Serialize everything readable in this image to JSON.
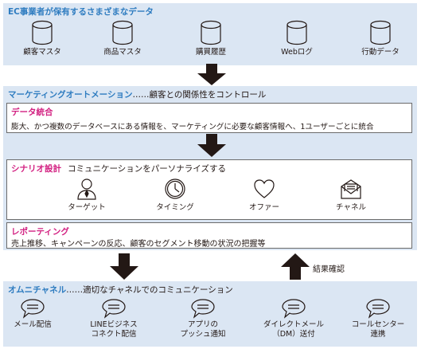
{
  "data_band": {
    "title": "EC事業者が保有するさまざまなデータ",
    "items": [
      {
        "label": "顧客マスタ",
        "icon": "database-icon"
      },
      {
        "label": "商品マスタ",
        "icon": "database-icon"
      },
      {
        "label": "購買履歴",
        "icon": "database-icon"
      },
      {
        "label": "Webログ",
        "icon": "database-icon"
      },
      {
        "label": "行動データ",
        "icon": "database-icon"
      }
    ]
  },
  "ma_band": {
    "title": "マーケティングオートメーション",
    "note": "……顧客との関係性をコントロール",
    "integration": {
      "title": "データ統合",
      "text": "膨大、かつ複数のデータベースにある情報を、マーケティングに必要な顧客情報へ、1ユーザーごとに統合"
    },
    "scenario": {
      "title": "シナリオ設計",
      "desc": "コミュニケーションをパーソナライズする",
      "items": [
        {
          "label": "ターゲット",
          "icon": "person-icon"
        },
        {
          "label": "タイミング",
          "icon": "clock-icon"
        },
        {
          "label": "オファー",
          "icon": "heart-icon"
        },
        {
          "label": "チャネル",
          "icon": "mail-icon"
        }
      ]
    },
    "reporting": {
      "title": "レポーティング",
      "text": "売上推移、キャンペーンの反応、顧客のセグメント移動の状況の把握等"
    }
  },
  "result_label": "結果確認",
  "omni_band": {
    "title": "オムニチャネル",
    "note": "……適切なチャネルでのコミュニケーション",
    "items": [
      {
        "line1": "メール配信",
        "line2": "",
        "icon": "speech-bubble-icon"
      },
      {
        "line1": "LINEビジネス",
        "line2": "コネクト配信",
        "icon": "speech-bubble-icon"
      },
      {
        "line1": "アプリの",
        "line2": "プッシュ通知",
        "icon": "speech-bubble-icon"
      },
      {
        "line1": "ダイレクトメール",
        "line2": "（DM）送付",
        "icon": "speech-bubble-icon"
      },
      {
        "line1": "コールセンター",
        "line2": "連携",
        "icon": "speech-bubble-icon"
      }
    ]
  },
  "colors": {
    "band": "#dbe6f3",
    "band_title": "#2e7cc0",
    "box_title": "#d21f80",
    "arrow": "#231815"
  }
}
